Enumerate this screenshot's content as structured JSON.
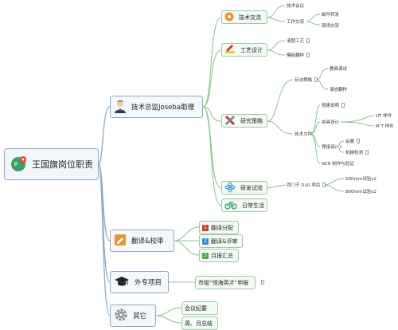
{
  "root": {
    "label": "王国旗岗位职责"
  },
  "branches": {
    "assistant": {
      "label": "技术总监Joseba助理",
      "tech_exchange": {
        "label": "技术交流",
        "items": [
          "技术会议",
          "工作交流",
          "邮件转发",
          "现场交流"
        ]
      },
      "process_design": {
        "label": "工艺设计",
        "items": [
          "清图工艺",
          "模板翻样"
        ]
      },
      "development": {
        "label": "研究策略",
        "items": [
          "玩法策略",
          "教具调试",
          "液态翻样",
          "技术文件",
          "搭建说明",
          "夹具设计",
          "UT 样件",
          "M T 样件",
          "焊接设计",
          "会展",
          "机械检测",
          "NCK 制作与验证"
        ]
      },
      "trial": {
        "label": "研发试验",
        "items": [
          "西门子 D10 项目",
          "500mm试验x2",
          "800mm试验x2"
        ]
      },
      "daily": {
        "label": "日常生活"
      }
    },
    "translation": {
      "label": "翻译&校审",
      "items": [
        {
          "num": "1",
          "label": "翻译分配",
          "color": "#d9342b"
        },
        {
          "num": "2",
          "label": "翻译&评审",
          "color": "#2b8fd9"
        },
        {
          "num": "3",
          "label": "月报汇总",
          "color": "#4aa84a"
        }
      ]
    },
    "projects": {
      "label": "外专项目",
      "items": [
        "市级“领海英才”申报"
      ]
    },
    "other": {
      "label": "其它",
      "items": [
        "会议纪要",
        "周、月总结"
      ]
    }
  },
  "colors": {
    "root_border": "#8aa8c4",
    "main_line": "#8aa8c4",
    "sub_line": "#8fc496",
    "leaf_line": "#7fbf86",
    "doc_orange": "#e8952f",
    "gear_gray": "#8a8a8a"
  }
}
